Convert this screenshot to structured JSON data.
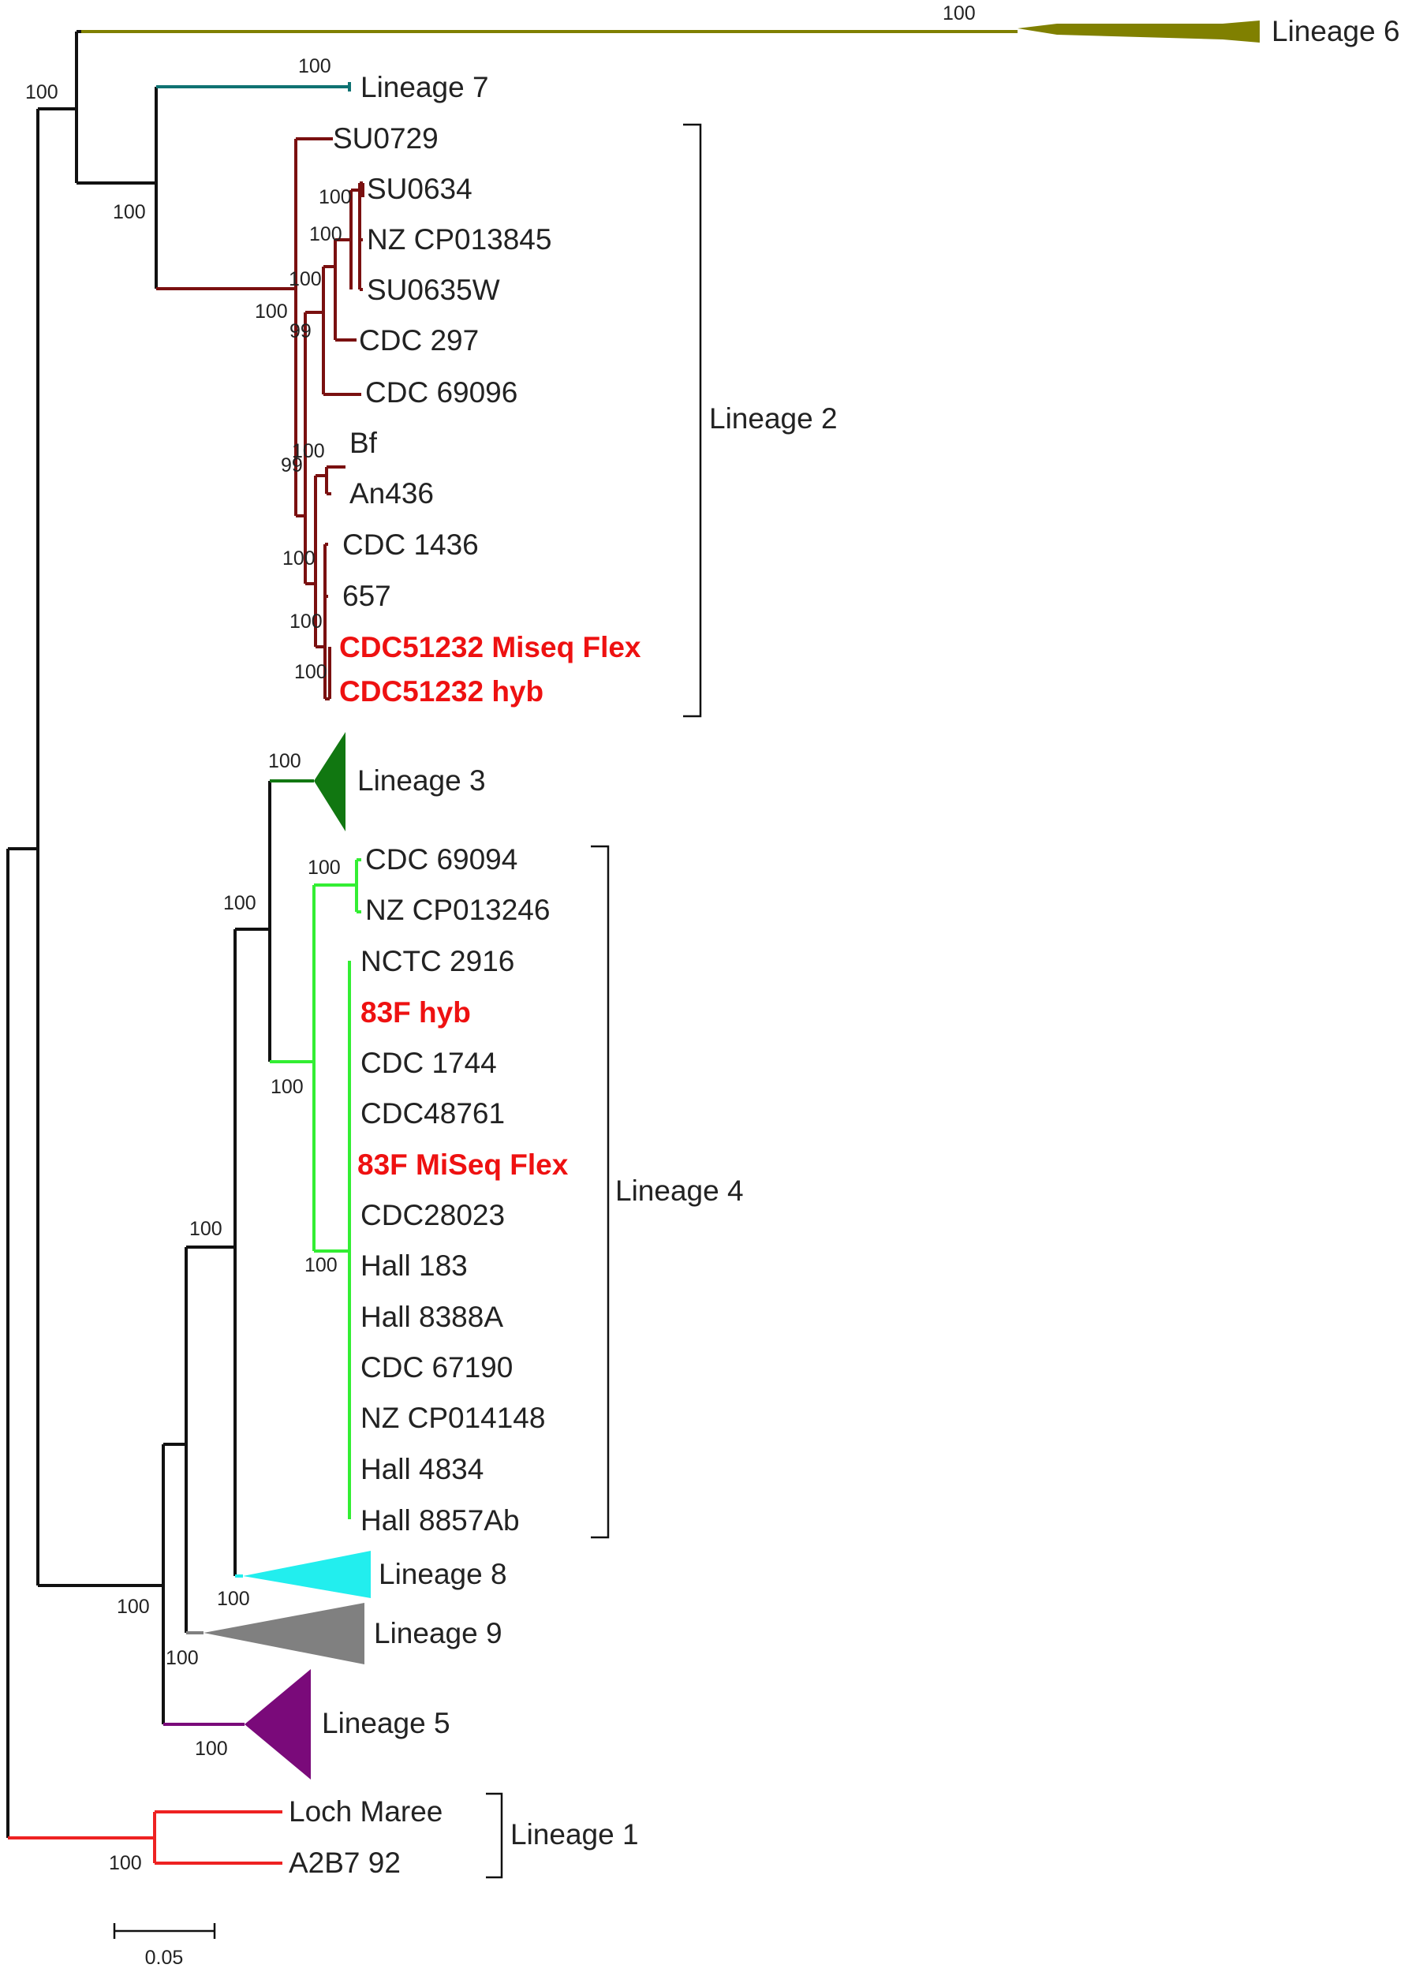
{
  "colors": {
    "backbone": "#111111",
    "lineage_1": "#ee2222",
    "lineage_2": "#7a1010",
    "lineage_3": "#117711",
    "lineage_4": "#33ee33",
    "lineage_5": "#7a0a7a",
    "lineage_6": "#808000",
    "lineage_7": "#0f7272",
    "lineage_8": "#22eeee",
    "lineage_9": "#808080",
    "highlight_text": "#ee1111"
  },
  "leaves": [
    {
      "label": "SU0729",
      "highlight": false
    },
    {
      "label": "SU0634",
      "highlight": false
    },
    {
      "label": "NZ CP013845",
      "highlight": false
    },
    {
      "label": "SU0635W",
      "highlight": false
    },
    {
      "label": "CDC 297",
      "highlight": false
    },
    {
      "label": "CDC 69096",
      "highlight": false
    },
    {
      "label": "Bf",
      "highlight": false
    },
    {
      "label": "An436",
      "highlight": false
    },
    {
      "label": "CDC 1436",
      "highlight": false
    },
    {
      "label": "657",
      "highlight": false
    },
    {
      "label": "CDC51232 Miseq Flex",
      "highlight": true
    },
    {
      "label": "CDC51232 hyb",
      "highlight": true
    },
    {
      "label": "CDC 69094",
      "highlight": false
    },
    {
      "label": "NZ CP013246",
      "highlight": false
    },
    {
      "label": "NCTC 2916",
      "highlight": false
    },
    {
      "label": "83F hyb",
      "highlight": true
    },
    {
      "label": "CDC 1744",
      "highlight": false
    },
    {
      "label": "CDC48761",
      "highlight": false
    },
    {
      "label": "83F MiSeq Flex",
      "highlight": true
    },
    {
      "label": "CDC28023",
      "highlight": false
    },
    {
      "label": "Hall 183",
      "highlight": false
    },
    {
      "label": "Hall 8388A",
      "highlight": false
    },
    {
      "label": "CDC 67190",
      "highlight": false
    },
    {
      "label": "NZ CP014148",
      "highlight": false
    },
    {
      "label": "Hall 4834",
      "highlight": false
    },
    {
      "label": "Hall 8857Ab",
      "highlight": false
    },
    {
      "label": "Loch Maree",
      "highlight": false
    },
    {
      "label": "A2B7 92",
      "highlight": false
    }
  ],
  "collapsed_clades": [
    {
      "label": "Lineage 6"
    },
    {
      "label": "Lineage 7"
    },
    {
      "label": "Lineage 3"
    },
    {
      "label": "Lineage 8"
    },
    {
      "label": "Lineage 9"
    },
    {
      "label": "Lineage 5"
    }
  ],
  "brackets": [
    {
      "label": "Lineage 2"
    },
    {
      "label": "Lineage 4"
    },
    {
      "label": "Lineage 1"
    }
  ],
  "bootstrap_values": [
    "100",
    "100",
    "100",
    "100",
    "100",
    "100",
    "100",
    "99",
    "100",
    "99",
    "100",
    "100",
    "100",
    "100",
    "100",
    "100",
    "100",
    "100",
    "100",
    "100",
    "100",
    "100",
    "100",
    "100",
    "100",
    "100"
  ],
  "scale_bar": {
    "label": "0.05",
    "value": 0.05
  }
}
